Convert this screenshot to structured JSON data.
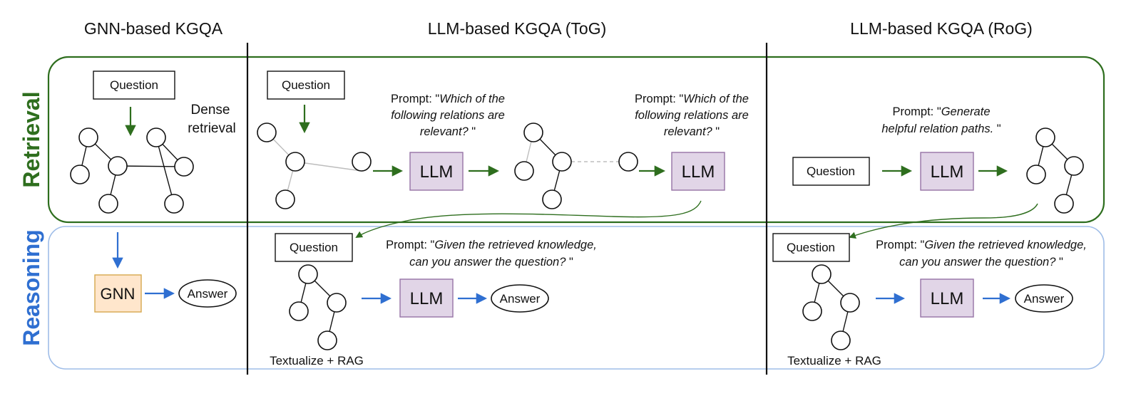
{
  "columns": {
    "gnn": "GNN-based KGQA",
    "tog": "LLM-based KGQA (ToG)",
    "rog": "LLM-based KGQA (RoG)"
  },
  "rows": {
    "retrieval": "Retrieval",
    "reasoning": "Reasoning"
  },
  "labels": {
    "question": "Question",
    "llm": "LLM",
    "gnn": "GNN",
    "answer": "Answer",
    "dense_line1": "Dense",
    "dense_line2": "retrieval",
    "textualize": "Textualize + RAG"
  },
  "prompts": {
    "relations": {
      "prefix": "Prompt: \"",
      "line1": "Which of the",
      "line2": "following relations are",
      "line3": "relevant?",
      "suffix": " \""
    },
    "paths": {
      "prefix": "Prompt: \"",
      "line1": "Generate",
      "line2": "helpful relation paths.",
      "suffix": " \""
    },
    "answer": {
      "prefix": "Prompt: \"",
      "line1": "Given the retrieved knowledge,",
      "line2": "can you answer the question?",
      "suffix": " \""
    }
  },
  "colors": {
    "retrieval": "#2e6e1e",
    "reasoning": "#2f6fd1",
    "reasoning_border": "#9fbde8",
    "llm_fill": "#e1d5e7",
    "gnn_fill": "#ffe6cc"
  }
}
